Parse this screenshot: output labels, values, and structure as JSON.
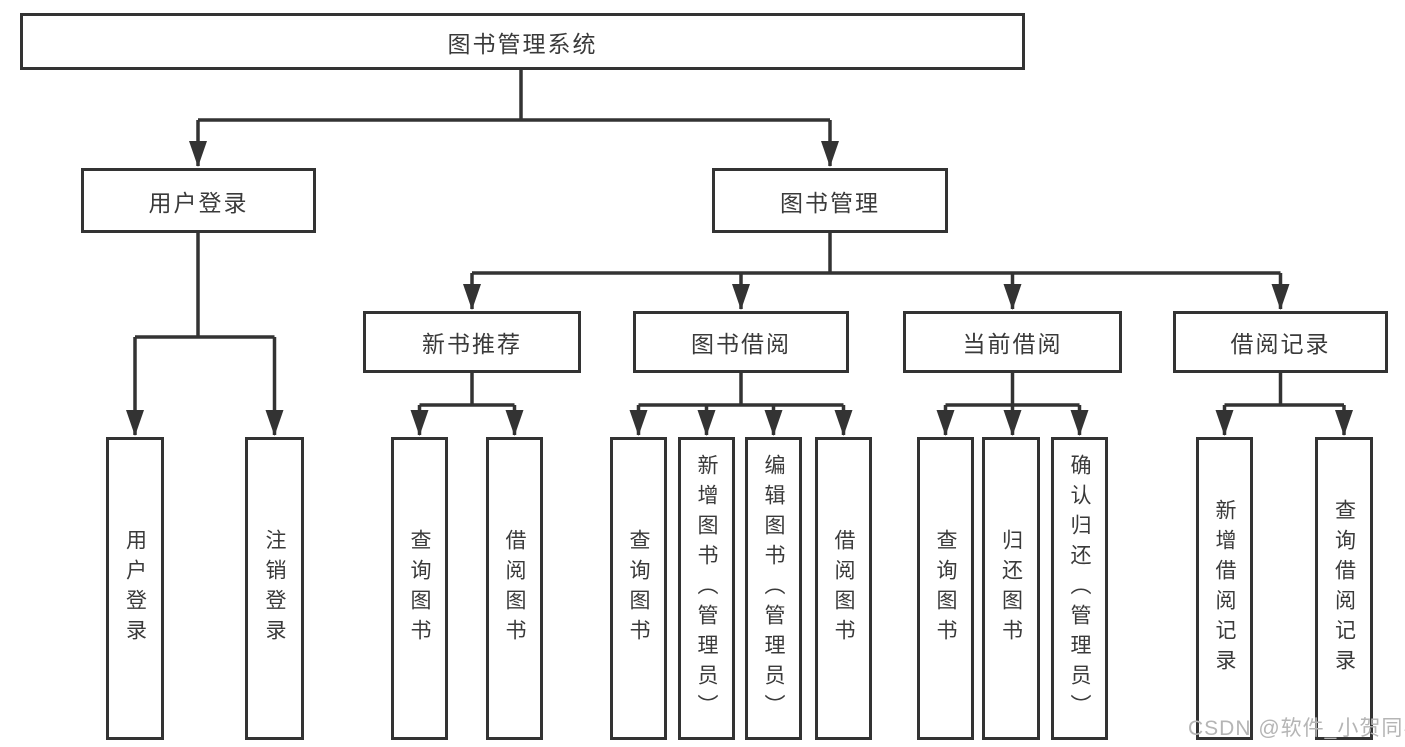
{
  "tree": {
    "label": "图书管理系统",
    "children": [
      {
        "label": "用户登录",
        "children": [
          {
            "label": "用户登录"
          },
          {
            "label": "注销登录"
          }
        ]
      },
      {
        "label": "图书管理",
        "children": [
          {
            "label": "新书推荐",
            "children": [
              {
                "label": "查询图书"
              },
              {
                "label": "借阅图书"
              }
            ]
          },
          {
            "label": "图书借阅",
            "children": [
              {
                "label": "查询图书"
              },
              {
                "label": "新增图书（管理员）"
              },
              {
                "label": "编辑图书（管理员）"
              },
              {
                "label": "借阅图书"
              }
            ]
          },
          {
            "label": "当前借阅",
            "children": [
              {
                "label": "查询图书"
              },
              {
                "label": "归还图书"
              },
              {
                "label": "确认归还（管理员）"
              }
            ]
          },
          {
            "label": "借阅记录",
            "children": [
              {
                "label": "新增借阅记录"
              },
              {
                "label": "查询借阅记录"
              }
            ]
          }
        ]
      }
    ]
  },
  "watermark": "CSDN @软件_小贺同学",
  "colors": {
    "line": "#333333",
    "text": "#3a3a3a",
    "bg": "#ffffff",
    "wm": "#b5b5b5"
  }
}
